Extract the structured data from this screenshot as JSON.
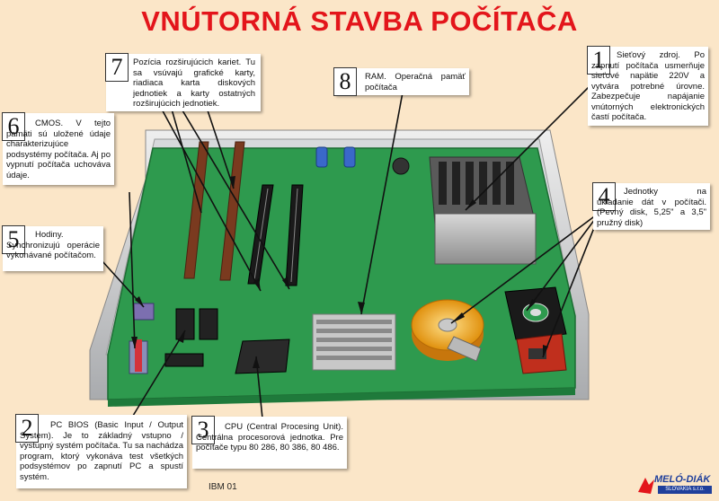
{
  "title": "VNÚTORNÁ  STAVBA POČÍTAČA",
  "boxes": [
    {
      "number": "1",
      "text": "Sieťový zdroj. Po zapnutí počítača usmerňuje sieťové napätie 220V a vytvára potrebné úrovne. Zabezpečuje napájanie vnútorných elektronických častí počítača."
    },
    {
      "number": "2",
      "text": "PC BIOS (Basic Input / Output System). Je to základný vstupno / výstupný systém počítača. Tu sa nachádza program, ktorý vykonáva test všetkých podsystémov po zapnutí PC a spustí systém."
    },
    {
      "number": "3",
      "text": "CPU (Central Procesing Unit). Centrálna procesorová jednotka. Pre počítače typu 80 286, 80 386, 80 486."
    },
    {
      "number": "4",
      "text": "Jednotky na ukladanie dát v počítači. (Pevný disk, 5,25\" a 3,5\" pružný disk)"
    },
    {
      "number": "5",
      "text": "Hodiny. Synchronizujú operácie vykonávané počítačom."
    },
    {
      "number": "6",
      "text": "CMOS. V tejto pamäti sú uložené údaje charakterizujúce podsystémy počítača. Aj po vypnutí počítača uchováva údaje."
    },
    {
      "number": "7",
      "text": "Pozícia rozširujúcich kariet. Tu sa vsúvajú grafické karty, riadiaca karta diskových jednotiek a karty ostatných rozširujúcich jednotiek."
    },
    {
      "number": "8",
      "text": "RAM. Operačná pamäť počítača"
    }
  ],
  "code": "IBM 01",
  "logo": {
    "main": "MELÓ-DIÁK",
    "sub": "SLOVAKIA s.r.o."
  },
  "colors": {
    "title": "#e3151b",
    "board": "#2e9a4e",
    "case": "#c9cbcf",
    "background": "#fbe6c8"
  }
}
